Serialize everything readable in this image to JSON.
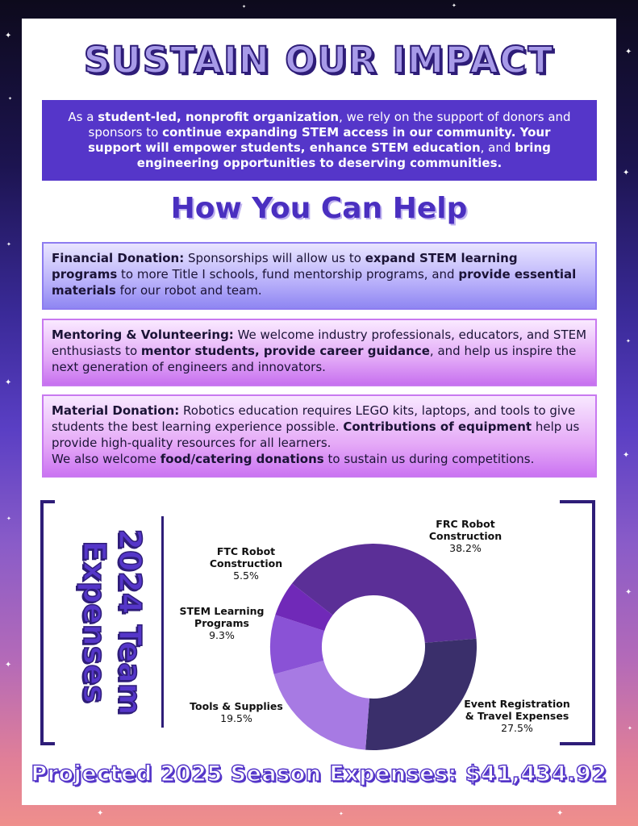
{
  "title": "SUSTAIN OUR IMPACT",
  "intro": {
    "p1": "As a ",
    "b1": "student-led, nonprofit organization",
    "p2": ", we rely on the support of donors and sponsors to ",
    "b2": "continue expanding STEM access in our community. Your support will empower students, enhance STEM education",
    "p3": ", and ",
    "b3": "bring engineering opportunities to deserving communities."
  },
  "help_title": "How You Can Help",
  "cards": [
    {
      "heading": "Financial Donation:",
      "t1": " Sponsorships will allow us to ",
      "b1": "expand STEM learning programs",
      "t2": " to more Title I schools, fund mentorship programs, and ",
      "b2": "provide essential materials",
      "t3": " for our robot and team."
    },
    {
      "heading": "Mentoring & Volunteering:",
      "t1": " We welcome industry professionals, educators, and STEM enthusiasts to ",
      "b1": "mentor students, provide career guidance",
      "t2": ", and help us inspire the next generation of engineers and innovators."
    },
    {
      "heading": "Material Donation:",
      "t1": " Robotics education requires LEGO kits, laptops, and tools to give students the best learning experience possible. ",
      "b1": "Contributions of equipment",
      "t2": " help us provide high-quality resources for all learners.",
      "t3": "We also welcome ",
      "b2": "food/catering donations",
      "t4": " to sustain us during competitions."
    }
  ],
  "chart_title": "2024 Team Expenses",
  "chart_data": {
    "type": "pie",
    "donut": true,
    "categories": [
      "FRC Robot Construction",
      "Event Registration & Travel Expenses",
      "Tools & Supplies",
      "STEM Learning Programs",
      "FTC Robot Construction"
    ],
    "values": [
      38.2,
      27.5,
      19.5,
      9.3,
      5.5
    ],
    "value_labels": [
      "38.2%",
      "27.5%",
      "19.5%",
      "9.3%",
      "5.5%"
    ],
    "label_lines": [
      [
        "FRC Robot",
        "Construction"
      ],
      [
        "Event Registration",
        "& Travel Expenses"
      ],
      [
        "Tools & Supplies"
      ],
      [
        "STEM Learning",
        "Programs"
      ],
      [
        "FTC Robot",
        "Construction"
      ]
    ],
    "colors": [
      "#5b2f97",
      "#3a2f6b",
      "#a77ae3",
      "#8a52d6",
      "#7029b8"
    ]
  },
  "footer": "Projected 2025 Season Expenses: $41,434.92"
}
